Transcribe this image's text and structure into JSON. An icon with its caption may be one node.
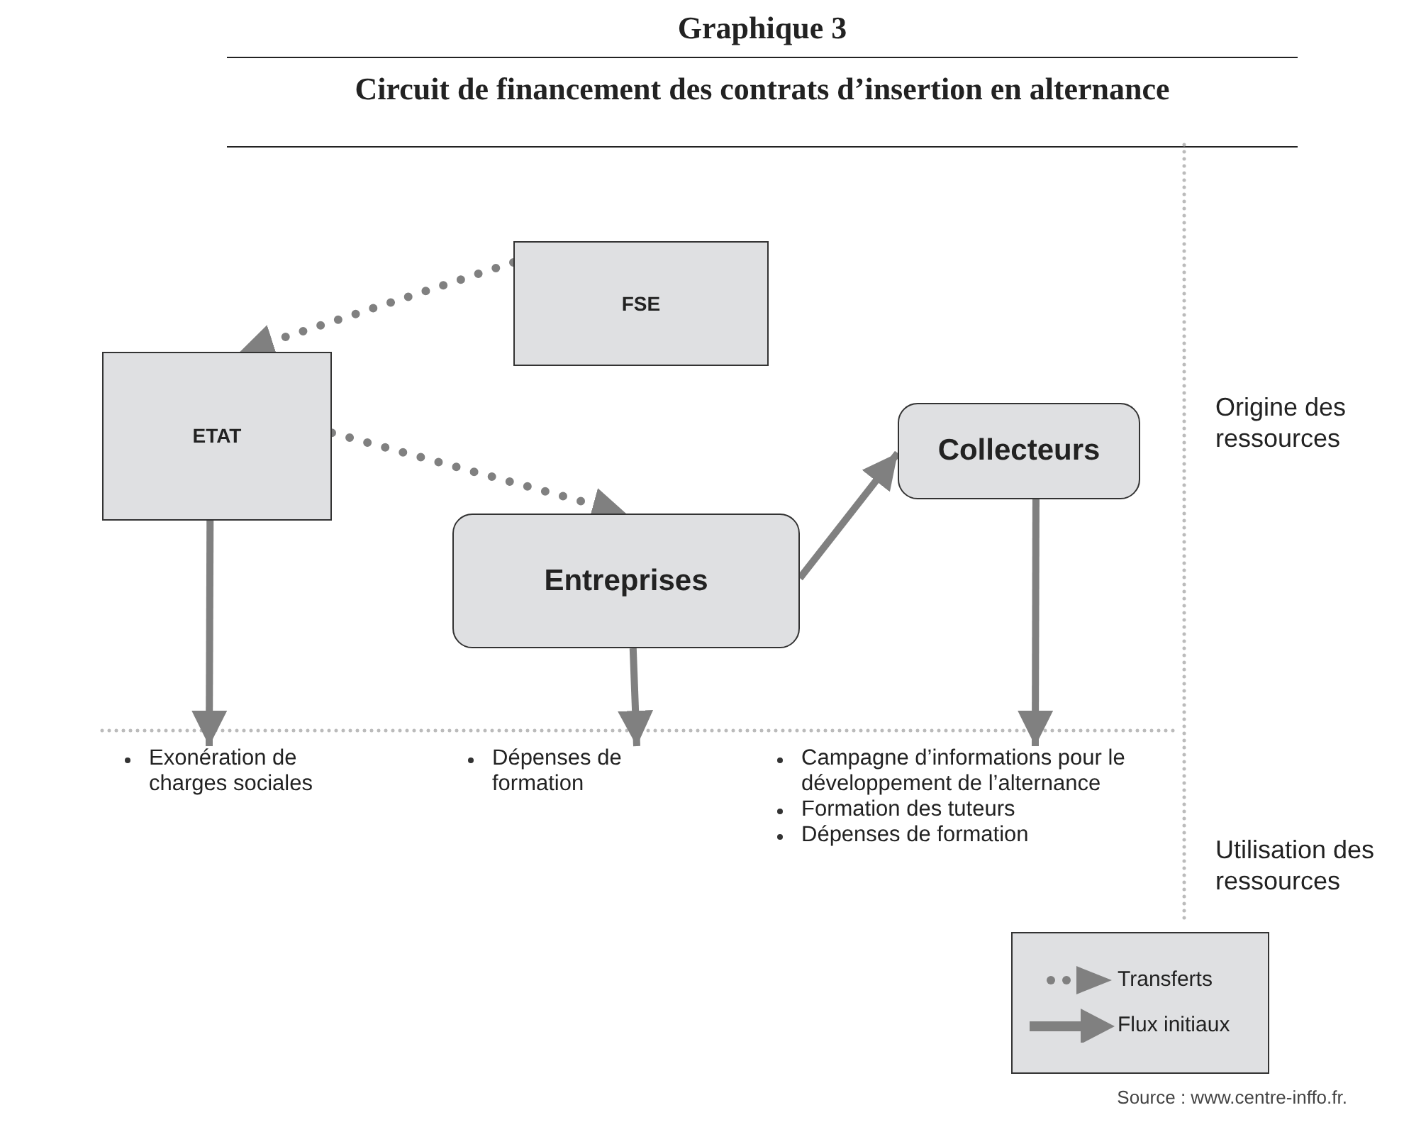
{
  "diagram": {
    "title": "Circuit de financement des contrats d’insertion en alternance",
    "nodes": [
      {
        "text": [
          "FSE"
        ]
      },
      {
        "text": [
          "ETAT"
        ]
      },
      {
        "text": [
          "Entreprises"
        ]
      },
      {
        "text": [
          "Collecteurs"
        ]
      },
      {
        "text": [
          "Exonération de charges sociales"
        ]
      },
      {
        "text": [
          "Dépenses de formation"
        ]
      },
      {
        "text": [
          "Campagne d’informations pour le développement de l’alternance",
          "Formation des tuteurs",
          "Dépenses de formation"
        ]
      }
    ],
    "edges": [
      {
        "from": 0,
        "to": 1,
        "arrow": "to",
        "style": "dashed"
      },
      {
        "from": 1,
        "to": 2,
        "arrow": "to",
        "style": "dashed"
      },
      {
        "from": 2,
        "to": 3,
        "arrow": "to"
      },
      {
        "from": 1,
        "to": 4,
        "arrow": "to"
      },
      {
        "from": 2,
        "to": 5,
        "arrow": "to"
      },
      {
        "from": 3,
        "to": 6,
        "arrow": "to"
      }
    ],
    "labels": [
      "Graphique 3",
      "Origine des ressources",
      "Utilisation des ressources",
      "Source : www.centre-inffo.fr."
    ],
    "legend": [
      {
        "text": "Transferts"
      },
      {
        "text": "Flux initiaux"
      }
    ]
  }
}
